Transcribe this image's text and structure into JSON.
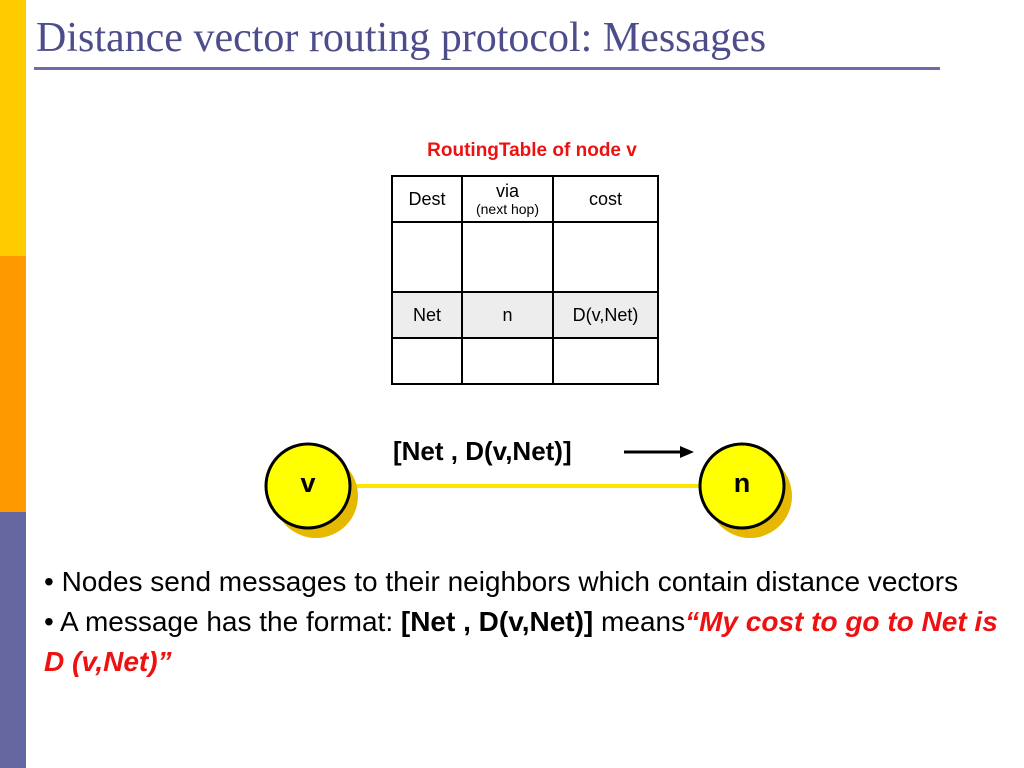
{
  "slide": {
    "title": "Distance vector routing protocol: Messages"
  },
  "table": {
    "caption": "RoutingTable of node v",
    "headers": {
      "dest": "Dest",
      "via": "via",
      "via_sub": "(next hop)",
      "cost": "cost"
    },
    "row_net": {
      "dest": "Net",
      "via": "n",
      "cost": "D(v,Net)"
    }
  },
  "diagram": {
    "message": "[Net , D(v,Net)]",
    "node_left": "v",
    "node_right": "n",
    "colors": {
      "node_fill": "#FFFF00",
      "node_shadow": "#E6B800",
      "link": "#FFE600"
    }
  },
  "bullets": {
    "b1": "• Nodes send messages to their neighbors which contain distance vectors",
    "b2_prefix": "• A message has the format: ",
    "b2_format": "[Net , D(v,Net)]",
    "b2_means": " means",
    "b2_quote": "“My cost to go to  Net is D (v,Net)”"
  }
}
